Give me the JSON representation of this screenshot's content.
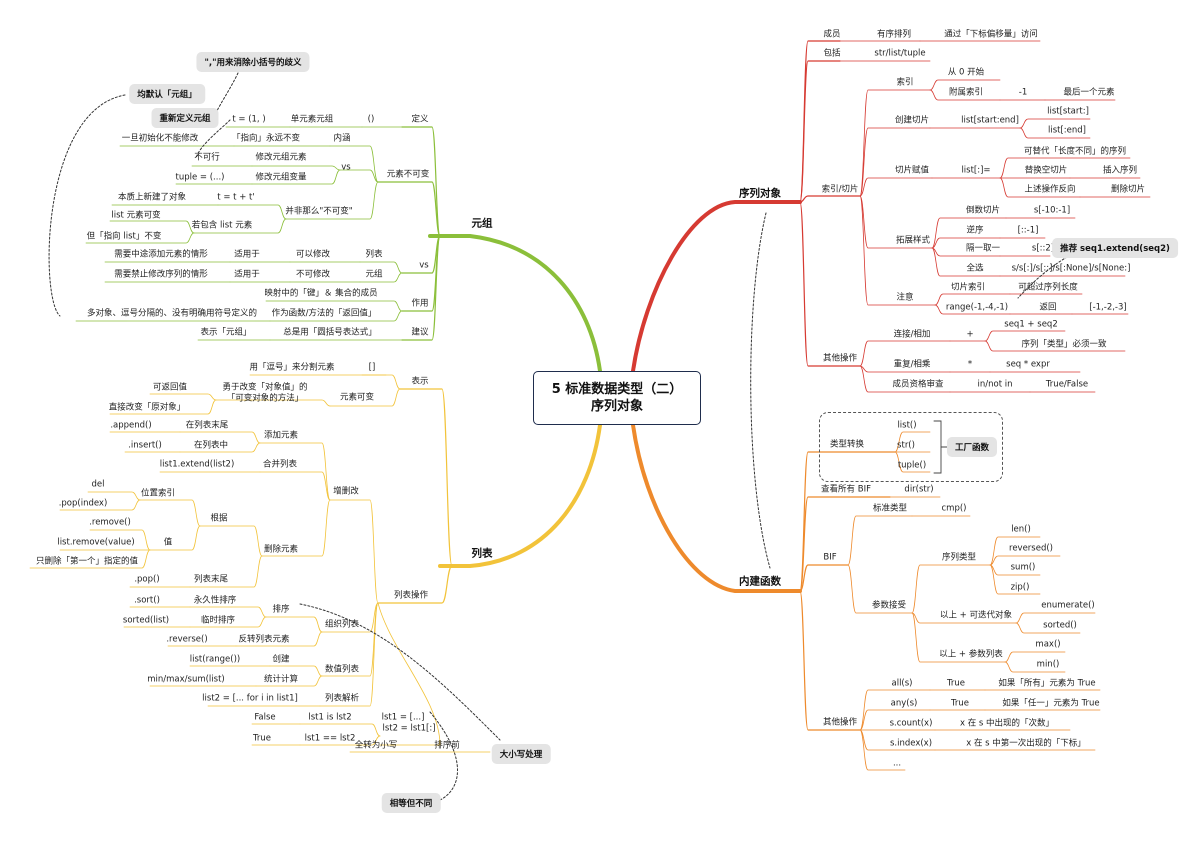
{
  "center": {
    "line1": "5 标准数据类型（二）",
    "line2": "序列对象"
  },
  "colors": {
    "tuple": "#8bbf3a",
    "list": "#f2c33a",
    "seq": "#d63a32",
    "builtin": "#ee8a2c",
    "dotted": "#333333"
  },
  "callouts": {
    "comma": "\",\"用来消除小括号的歧义",
    "default_tuple": "均默认「元组」",
    "redefine": "重新定义元组",
    "extend": "推荐 seq1.extend(seq2)",
    "factory": "工厂函数",
    "case": "大小写处理",
    "equal": "相等但不同"
  },
  "tuple": {
    "title": "元组",
    "definition": {
      "label": "定义",
      "paren": "()",
      "single": "单元素元组",
      "single_ex": "t = (1, )"
    },
    "immutable": {
      "label": "元素不可变",
      "connotation": "内涵",
      "pointer": "「指向」永远不变",
      "no_modify": "一旦初始化不能修改",
      "vs": "vs",
      "mod_elem": "修改元组元素",
      "not_ok": "不可行",
      "mod_var": "修改元组变量",
      "reassign": "tuple = (...)",
      "really": "并非那么\"不可变\"",
      "new_obj": "t = t + t'",
      "essence": "本质上新建了对象",
      "contains_list": "若包含 list 元素",
      "list_mutable": "list 元素可变",
      "ptr_same": "但「指向 list」不变"
    },
    "vs": {
      "label": "vs",
      "list": "列表",
      "can_modify": "可以修改",
      "applies1": "适用于",
      "need1": "需要中途添加元素的情形",
      "tuple": "元组",
      "cannot_modify": "不可修改",
      "applies2": "适用于",
      "need2": "需要禁止修改序列的情形"
    },
    "usage": {
      "label": "作用",
      "keys": "映射中的「键」＆ 集合的成员",
      "returns": "作为函数/方法的「返回值」",
      "multi": "多对象、逗号分隔的、没有明确用符号定义的"
    },
    "suggest": {
      "label": "建议",
      "paren": "总是用「圆括号表达式」",
      "show": "表示「元组」"
    }
  },
  "list": {
    "title": "列表",
    "repr": {
      "label": "表示",
      "bracket": "[]",
      "comma": "用「逗号」来分割元素",
      "mutable": "元素可变",
      "method_line1": "勇于改变「对象值」的",
      "method_line2": "「可变对象的方法」",
      "returnable": "可返回值",
      "change": "直接改变「原对象」"
    },
    "ops": {
      "label": "列表操作",
      "crud": "增删改",
      "add": "添加元素",
      "end": "在列表末尾",
      "append": ".append()",
      "mid": "在列表中",
      "insert": ".insert()",
      "merge": "合并列表",
      "extend": "list1.extend(list2)",
      "delete": "删除元素",
      "by": "根据",
      "pos": "位置索引",
      "del": "del",
      "pop_idx": ".pop(index)",
      "value": "值",
      "remove": ".remove()",
      "remove_v": "list.remove(value)",
      "first_only": "只删除「第一个」指定的值",
      "pop_end": "列表末尾",
      "pop": ".pop()",
      "organize": "组织列表",
      "sort": "排序",
      "permanent": "永久性排序",
      "sort_m": ".sort()",
      "temp": "临时排序",
      "sorted": "sorted(list)",
      "reverse": "反转列表元素",
      "reverse_m": ".reverse()",
      "numeric": "数值列表",
      "create": "创建",
      "range": "list(range())",
      "stats": "统计计算",
      "minmax": "min/max/sum(list)",
      "comp": "列表解析",
      "comp_ex": "list2 = [... for i in list1]",
      "lst1": "lst1 = [...]",
      "lst2": "lst2 = lst1[:]",
      "is": "lst1 is lst2",
      "false": "False",
      "eq": "lst1 == lst2",
      "true": "True",
      "before_sort": "排序前",
      "lower": "全转为小写"
    }
  },
  "seq": {
    "title": "序列对象",
    "member": {
      "label": "成员",
      "ordered": "有序排列",
      "access": "通过「下标偏移量」访问"
    },
    "include": {
      "label": "包括",
      "types": "str/list/tuple"
    },
    "idx": {
      "label": "索引/切片",
      "index": "索引",
      "from0": "从 0 开始",
      "neg": "附属索引",
      "minus1": "-1",
      "last": "最后一个元素",
      "slice": "创建切片",
      "se": "list[start:end]",
      "s1": "list[start:]",
      "s2": "list[:end]",
      "assign": "切片赋值",
      "colon": "list[:]=",
      "replace": "可替代「长度不同」的序列",
      "empty": "替换空切片",
      "insert": "插入序列",
      "reverse": "上述操作反向",
      "delete": "删除切片",
      "ext": "拓展样式",
      "rev_slice": "倒数切片",
      "s10": "s[-10:-1]",
      "rev": "逆序",
      "r1": "[::-1]",
      "every": "隔一取一",
      "s2step": "s[::2]",
      "all": "全选",
      "none": "s/s[:]/s[::]/s[:None]/s[None:]",
      "note": "注意",
      "slice_idx": "切片索引",
      "exceed": "可超过序列长度",
      "range": "range(-1,-4,-1)",
      "ret": "返回",
      "ret_v": "[-1,-2,-3]"
    },
    "other": {
      "label": "其他操作",
      "concat": "连接/相加",
      "plus": "+",
      "seq12": "seq1 + seq2",
      "same_type": "序列「类型」必须一致",
      "repeat": "重复/相乘",
      "star": "*",
      "seqexpr": "seq * expr",
      "member_check": "成员资格审查",
      "in": "in/not in",
      "tf": "True/False"
    }
  },
  "builtin": {
    "title": "内建函数",
    "convert": {
      "label": "类型转换",
      "list": "list()",
      "str": "str()",
      "tuple": "tuple()"
    },
    "dir": {
      "label": "查看所有 BIF",
      "fn": "dir(str)"
    },
    "bif": {
      "label": "BIF",
      "std": "标准类型",
      "cmp": "cmp()",
      "param": "参数接受",
      "seqtype": "序列类型",
      "len": "len()",
      "reversed": "reversed()",
      "sum": "sum()",
      "zip": "zip()",
      "iter": "以上 + 可迭代对象",
      "enumerate": "enumerate()",
      "sorted": "sorted()",
      "args": "以上 + 参数列表",
      "max": "max()",
      "min": "min()"
    },
    "other": {
      "label": "其他操作",
      "all": "all(s)",
      "all_t": "True",
      "all_d": "如果「所有」元素为 True",
      "any": "any(s)",
      "any_t": "True",
      "any_d": "如果「任一」元素为 True",
      "count": "s.count(x)",
      "count_d": "x 在 s 中出现的「次数」",
      "index": "s.index(x)",
      "index_d": "x 在 s 中第一次出现的「下标」",
      "more": "..."
    }
  }
}
